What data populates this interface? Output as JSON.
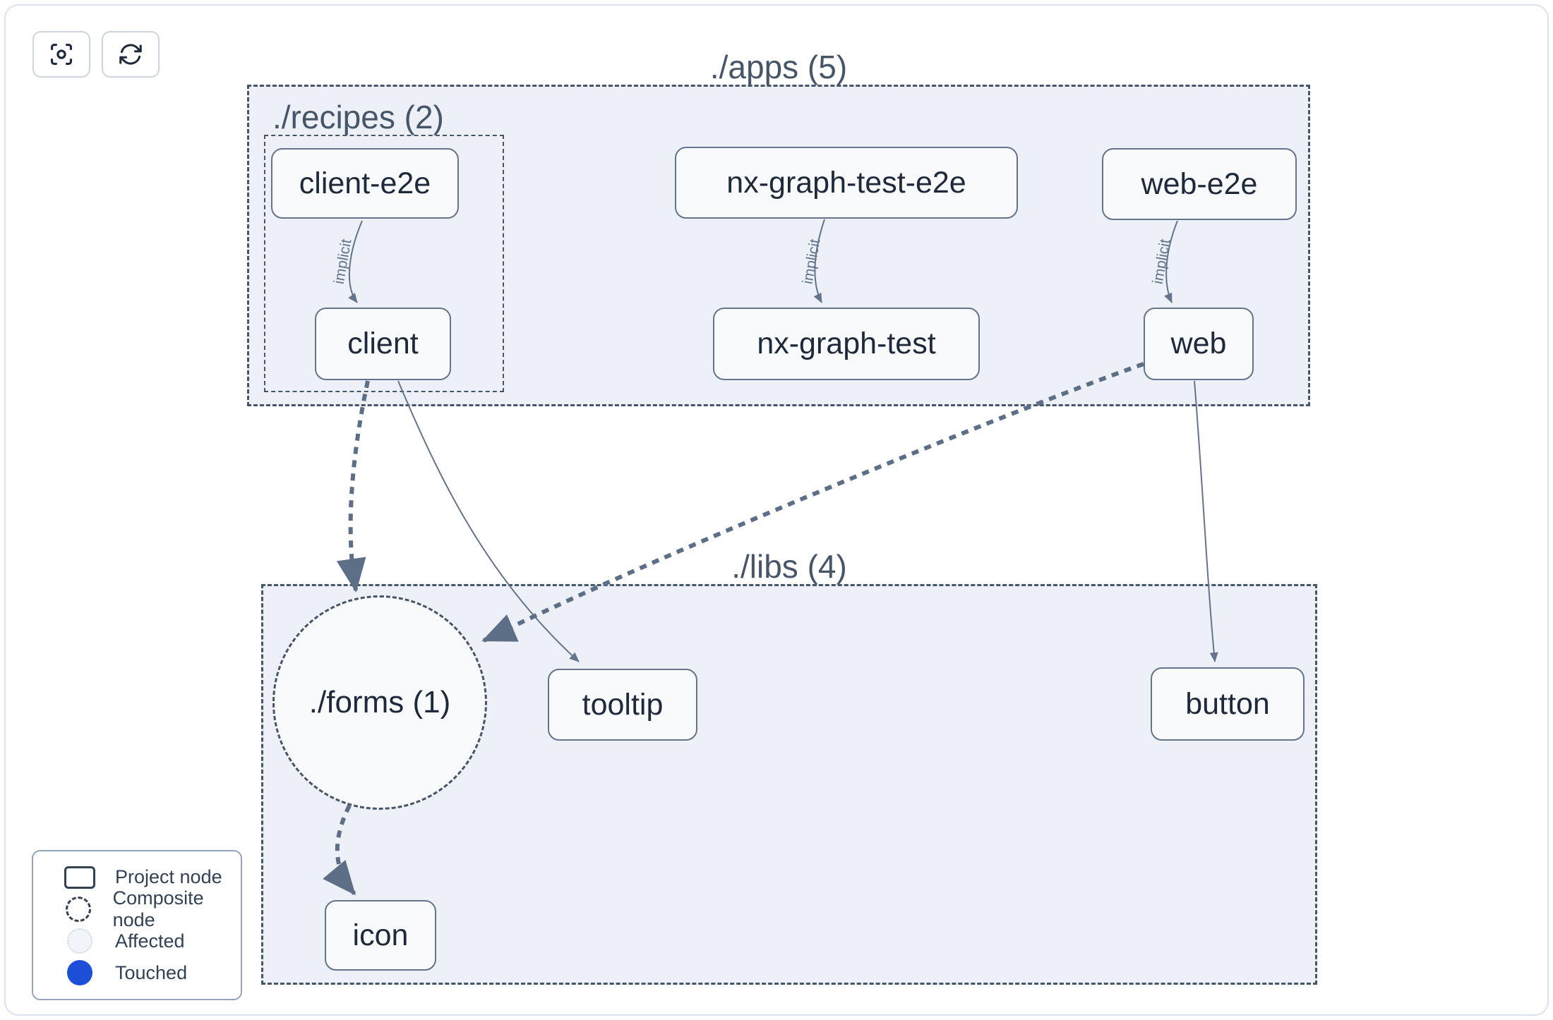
{
  "toolbar": {
    "buttons": [
      {
        "id": "focus",
        "icon": "crosshair-focus-icon"
      },
      {
        "id": "refresh",
        "icon": "refresh-sync-icon"
      }
    ]
  },
  "graph": {
    "clusters": [
      {
        "id": "apps",
        "label": "./apps (5)"
      },
      {
        "id": "recipes",
        "label": "./recipes (2)"
      },
      {
        "id": "libs",
        "label": "./libs (4)"
      }
    ],
    "nodes": [
      {
        "id": "client-e2e",
        "label": "client-e2e",
        "type": "project"
      },
      {
        "id": "nx-graph-test-e2e",
        "label": "nx-graph-test-e2e",
        "type": "project"
      },
      {
        "id": "web-e2e",
        "label": "web-e2e",
        "type": "project"
      },
      {
        "id": "client",
        "label": "client",
        "type": "project"
      },
      {
        "id": "nx-graph-test",
        "label": "nx-graph-test",
        "type": "project"
      },
      {
        "id": "web",
        "label": "web",
        "type": "project"
      },
      {
        "id": "forms",
        "label": "./forms (1)",
        "type": "composite"
      },
      {
        "id": "tooltip",
        "label": "tooltip",
        "type": "project"
      },
      {
        "id": "button",
        "label": "button",
        "type": "project"
      },
      {
        "id": "icon",
        "label": "icon",
        "type": "project"
      }
    ],
    "edges": [
      {
        "source": "client-e2e",
        "target": "client",
        "label": "implicit",
        "style": "thin"
      },
      {
        "source": "nx-graph-test-e2e",
        "target": "nx-graph-test",
        "label": "implicit",
        "style": "thin"
      },
      {
        "source": "web-e2e",
        "target": "web",
        "label": "implicit",
        "style": "thin"
      },
      {
        "source": "client",
        "target": "forms",
        "label": "",
        "style": "thick-dashed"
      },
      {
        "source": "client",
        "target": "tooltip",
        "label": "",
        "style": "thin"
      },
      {
        "source": "web",
        "target": "forms",
        "label": "",
        "style": "thick-dashed"
      },
      {
        "source": "web",
        "target": "button",
        "label": "",
        "style": "thin"
      },
      {
        "source": "forms",
        "target": "icon",
        "label": "",
        "style": "thick-dashed"
      }
    ]
  },
  "legend": {
    "items": [
      {
        "label": "Project node",
        "swatch": "project-node"
      },
      {
        "label": "Composite node",
        "swatch": "composite-node"
      },
      {
        "label": "Affected",
        "swatch": "affected"
      },
      {
        "label": "Touched",
        "swatch": "touched"
      }
    ]
  },
  "colors": {
    "cluster_fill": "#edf1f7",
    "cluster_border": "#475569",
    "node_fill": "#f8fafc",
    "node_border": "#64748b",
    "node_text": "#1e293b",
    "edge": "#64748b",
    "edge_thick": "#5d6e87",
    "touched": "#1d4ed8",
    "affected_fill": "#f1f5f9",
    "affected_border": "#cbd5e1"
  }
}
